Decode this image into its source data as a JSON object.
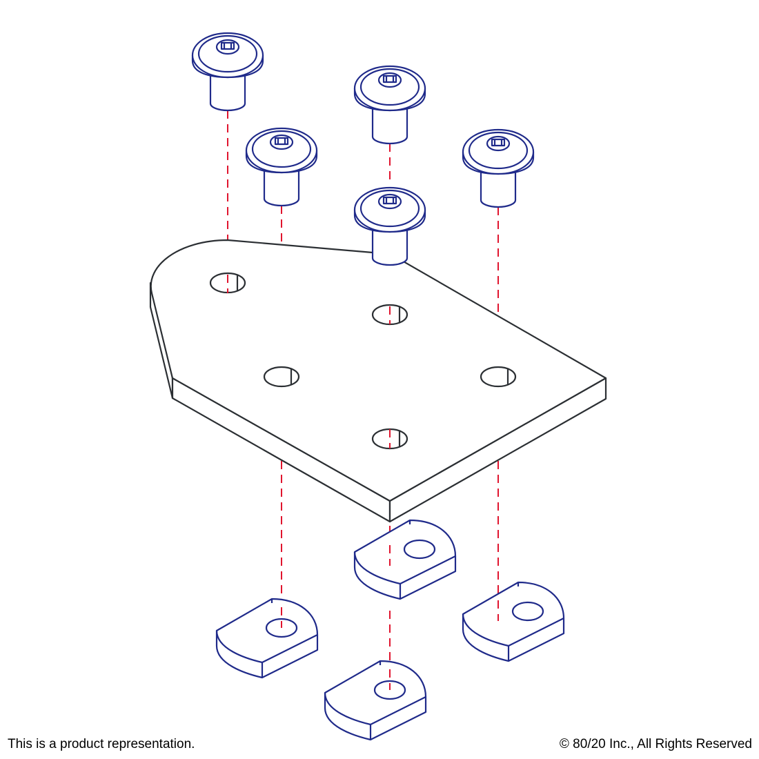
{
  "footer": {
    "disclaimer": "This is a product representation.",
    "copyright": "© 80/20 Inc., All Rights Reserved"
  },
  "colors": {
    "plate_stroke": "#2b2f33",
    "fastener_stroke": "#1f2a8a",
    "axis_line": "#e0142e",
    "background": "#ffffff"
  },
  "parts": {
    "plate": "gusset-plate",
    "bolts": [
      "button-head-socket-bolt",
      "button-head-socket-bolt",
      "button-head-socket-bolt",
      "button-head-socket-bolt",
      "button-head-socket-bolt"
    ],
    "nuts": [
      "t-nut",
      "t-nut",
      "t-nut",
      "t-nut"
    ]
  }
}
